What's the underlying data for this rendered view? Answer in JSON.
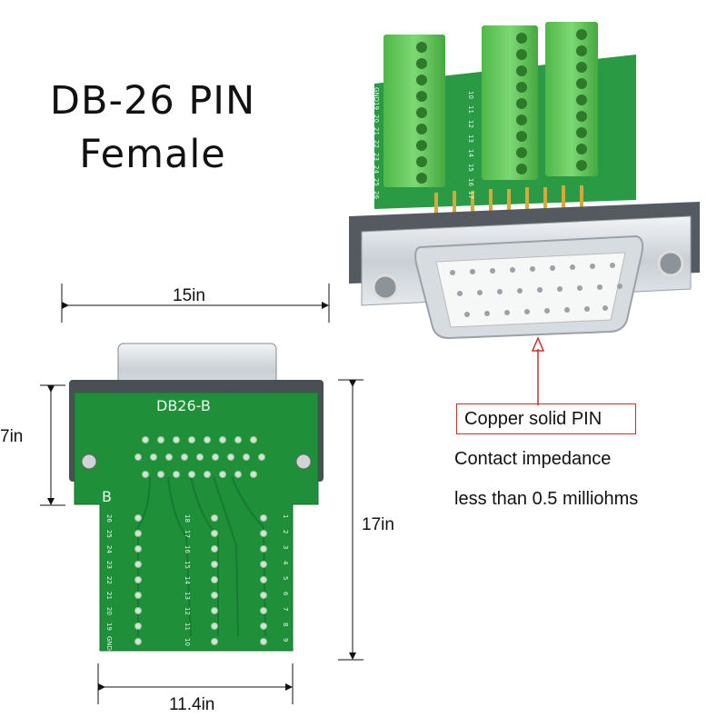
{
  "title": {
    "line1": "DB-26 PIN",
    "line2": "Female"
  },
  "dimensions": {
    "width_top": "15in",
    "height_side": "7in",
    "height_total": "17in",
    "width_bottom": "11.4in"
  },
  "board": {
    "label": "DB26-B",
    "corner_mark": "B"
  },
  "pin_labels": {
    "left_column": [
      "26",
      "25",
      "24",
      "23",
      "22",
      "21",
      "20",
      "19",
      "GND"
    ],
    "middle_column": [
      "18",
      "17",
      "16",
      "15",
      "14",
      "13",
      "12",
      "11",
      "10"
    ],
    "right_column": [
      "1",
      "2",
      "3",
      "4",
      "5",
      "6",
      "7",
      "8",
      "9"
    ],
    "terminal_top": [
      "10",
      "11",
      "12",
      "13",
      "14",
      "15",
      "16",
      "17"
    ],
    "terminal_side": [
      "GND",
      "19",
      "20",
      "21",
      "22",
      "23",
      "24",
      "25",
      "26"
    ]
  },
  "callout": {
    "feature": "Copper solid PIN",
    "detail_line1": "Contact impedance",
    "detail_line2": "less than 0.5 milliohms"
  },
  "colors": {
    "pcb": "#1f8f3a",
    "terminal": "#62c95a",
    "callout_border": "#c9302c"
  }
}
